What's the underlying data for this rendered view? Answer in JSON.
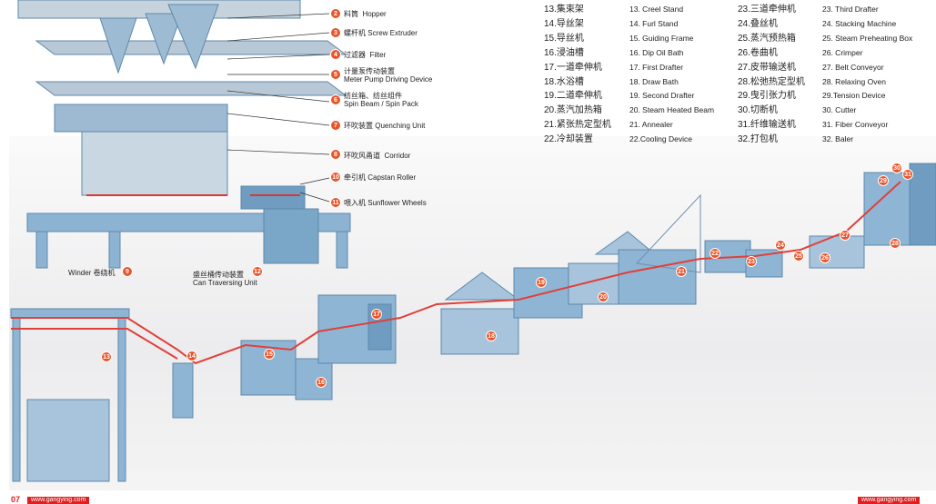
{
  "callouts": [
    {
      "n": "2",
      "zh": "料筒",
      "en": "Hopper"
    },
    {
      "n": "3",
      "zh": "螺杆机",
      "en": "Screw Extruder"
    },
    {
      "n": "4",
      "zh": "过滤器",
      "en": "Filter"
    },
    {
      "n": "5",
      "zh": "计量泵传动装置",
      "en": "Meter Pump Driving Device"
    },
    {
      "n": "6",
      "zh": "纺丝箱、纺丝组件",
      "en": "Spin Beam / Spin Pack"
    },
    {
      "n": "7",
      "zh": "环吹装置",
      "en": "Quenching Unit"
    },
    {
      "n": "8",
      "zh": "环吹风甬道",
      "en": "Corridor"
    },
    {
      "n": "10",
      "zh": "牵引机",
      "en": "Capstan Roller"
    },
    {
      "n": "11",
      "zh": "喂入机",
      "en": "Sunflower Wheels"
    }
  ],
  "winder": {
    "n": "9",
    "text": "Winder 卷绕机"
  },
  "traverse": {
    "n": "12",
    "zh": "盛丝桶传动装置",
    "en": "Can Traversing Unit"
  },
  "legend_left": [
    {
      "zh": "13.集束架",
      "en": "13. Creel Stand"
    },
    {
      "zh": "14.导丝架",
      "en": "14. Furl Stand"
    },
    {
      "zh": "15.导丝机",
      "en": "15. Guiding Frame"
    },
    {
      "zh": "16.浸油槽",
      "en": "16. Dip Oil Bath"
    },
    {
      "zh": "17.一道牵伸机",
      "en": "17. First Drafter"
    },
    {
      "zh": "18.水浴槽",
      "en": "18. Draw Bath"
    },
    {
      "zh": "19.二道牵伸机",
      "en": "19. Second Drafter"
    },
    {
      "zh": "20.蒸汽加热箱",
      "en": "20. Steam Heated Beam"
    },
    {
      "zh": "21.紧张热定型机",
      "en": "21. Annealer"
    },
    {
      "zh": "22.冷却装置",
      "en": "22.Cooling Device"
    }
  ],
  "legend_right": [
    {
      "zh": "23.三道牵伸机",
      "en": "23. Third Drafter"
    },
    {
      "zh": "24.叠丝机",
      "en": "24. Stacking Machine"
    },
    {
      "zh": "25.蒸汽预热箱",
      "en": "25. Steam Preheating Box"
    },
    {
      "zh": "26.卷曲机",
      "en": "26. Crimper"
    },
    {
      "zh": "27.皮带输送机",
      "en": "27. Belt Conveyor"
    },
    {
      "zh": "28.松弛热定型机",
      "en": "28. Relaxing Oven"
    },
    {
      "zh": "29.曳引张力机",
      "en": "29.Tension Device"
    },
    {
      "zh": "30.切断机",
      "en": "30. Cutter"
    },
    {
      "zh": "31.纤维输送机",
      "en": "31. Fiber Conveyor"
    },
    {
      "zh": "32.打包机",
      "en": "32. Baler"
    }
  ],
  "markers": [
    "13",
    "14",
    "15",
    "16",
    "17",
    "18",
    "19",
    "20",
    "21",
    "22",
    "23",
    "24",
    "25",
    "26",
    "27",
    "28",
    "29",
    "30",
    "31"
  ],
  "footer": {
    "page": "07",
    "url_left": "www.gangying.com",
    "url_right": "www.gangying.com"
  },
  "colors": {
    "accent": "#e8552a",
    "machine": "#7aa6c8",
    "fiber": "#e0403a"
  }
}
